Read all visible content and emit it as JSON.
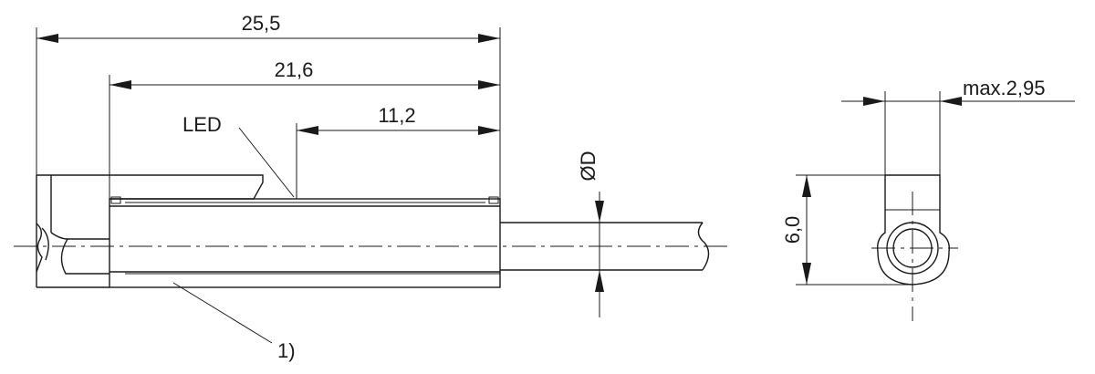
{
  "dimensions": {
    "overall_length": "25,5",
    "body_length": "21,6",
    "led_position": "11,2",
    "cable_diameter": "ØD",
    "height": "6,0",
    "max_width": "max.2,95"
  },
  "labels": {
    "led": "LED",
    "note_marker": "1)"
  }
}
